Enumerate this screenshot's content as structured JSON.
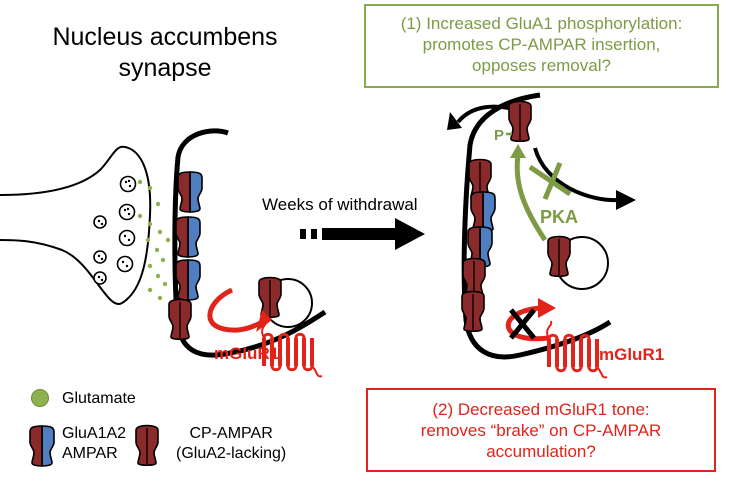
{
  "title_lines": [
    "Nucleus accumbens",
    "synapse"
  ],
  "hypothesis_1": [
    "(1) Increased GluA1 phosphorylation:",
    "promotes CP-AMPAR insertion,",
    "opposes removal?"
  ],
  "hypothesis_2": [
    "(2) Decreased mGluR1 tone:",
    "removes “brake” on CP-AMPAR",
    "accumulation?"
  ],
  "transition_label": "Weeks of withdrawal",
  "labels": {
    "mglur1_left": "mGluR1",
    "mglur1_right": "mGluR1",
    "pka": "PKA",
    "phospho": "P"
  },
  "legend": {
    "glutamate": "Glutamate",
    "glua1a2_lines": [
      "GluA1A2",
      "AMPAR"
    ],
    "cp_ampar_lines": [
      "CP-AMPAR",
      "(GluA2-lacking)"
    ]
  },
  "colors": {
    "green": "#7d9b45",
    "red": "#e2231a",
    "cp_ampar": "#8b2a2a",
    "glua2": "#4f7fc0",
    "glutamate": "#8fb04f"
  }
}
